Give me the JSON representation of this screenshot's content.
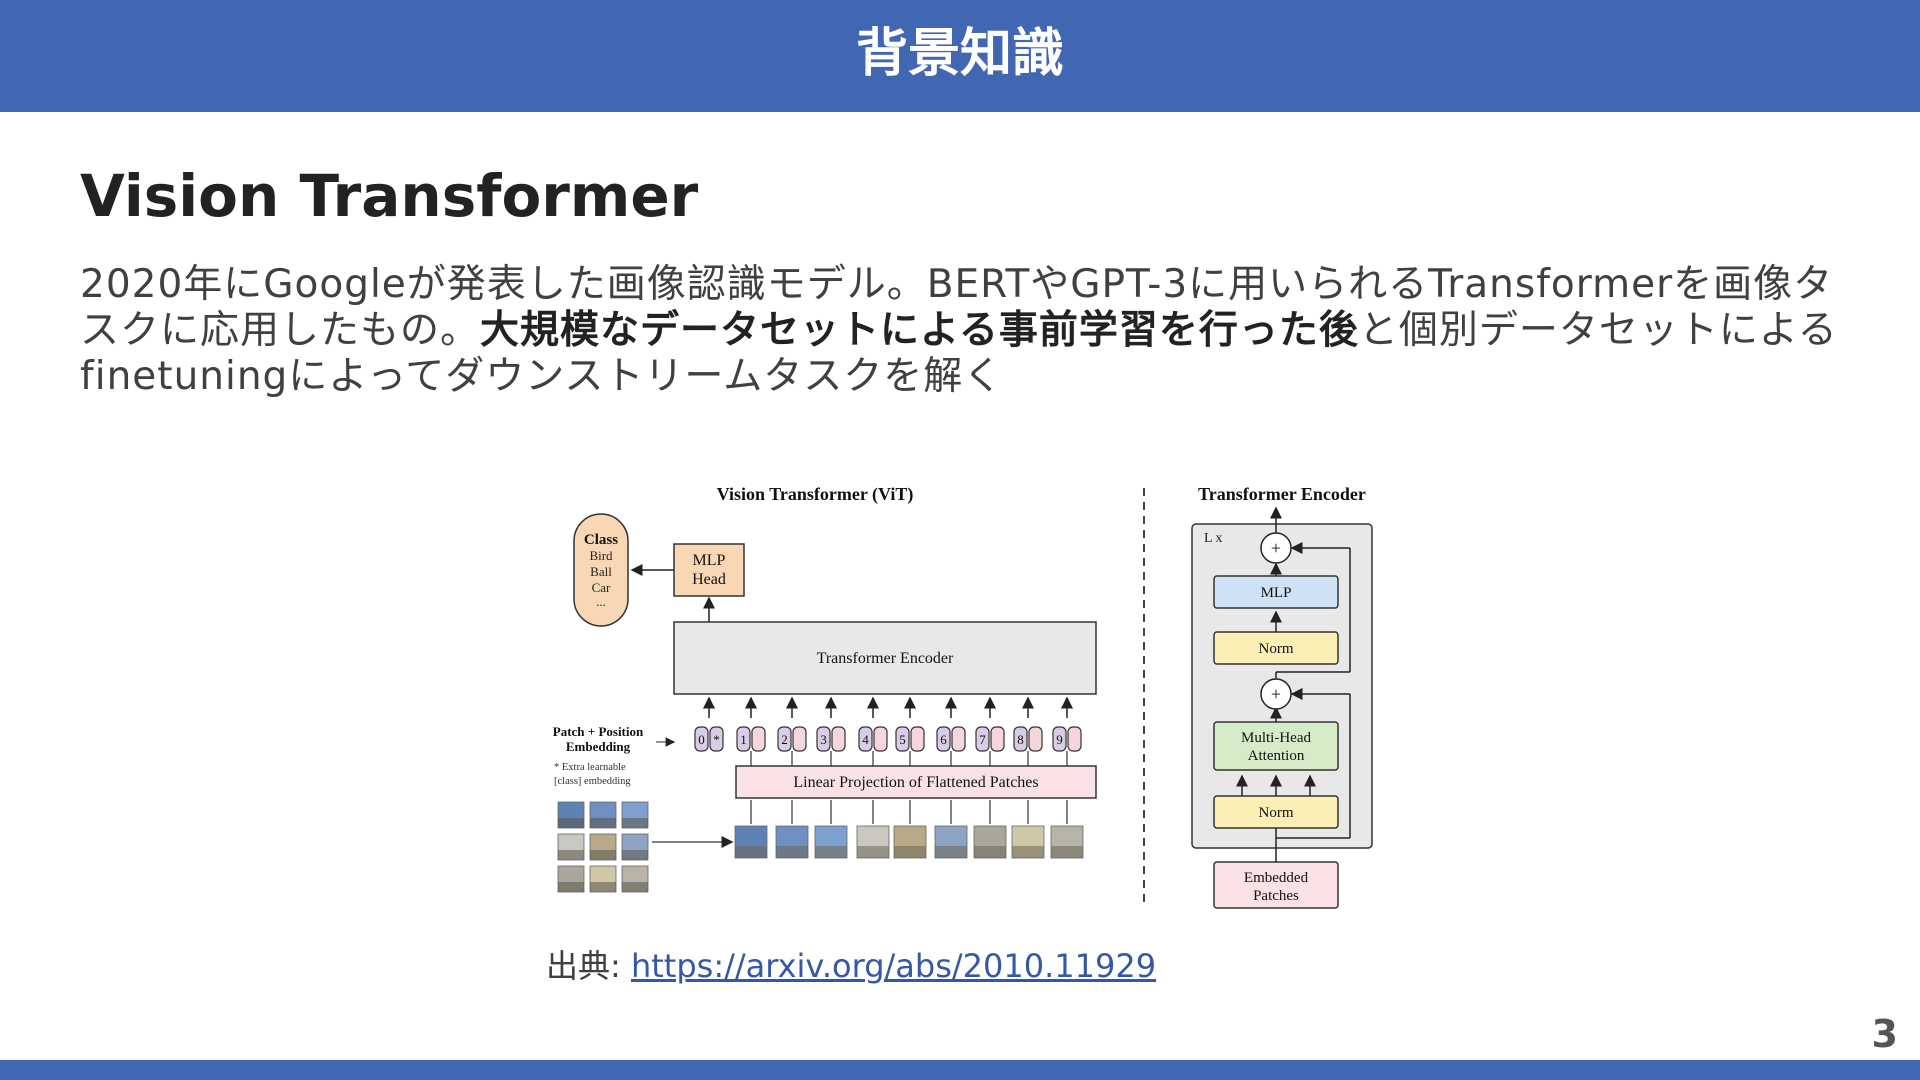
{
  "header": {
    "title": "背景知識"
  },
  "slide": {
    "title": "Vision Transformer",
    "body_text_1": "2020年にGoogleが発表した画像認識モデル。BERTやGPT-3に用いられるTransformerを画像タスクに応用したもの。",
    "body_bold": "大規模なデータセットによる事前学習を行った後",
    "body_text_2": "と個別データセットによるfinetuningによってダウンストリームタスクを解く"
  },
  "figure": {
    "vit_title": "Vision Transformer (ViT)",
    "class_box": {
      "title": "Class",
      "items": [
        "Bird",
        "Ball",
        "Car",
        "..."
      ]
    },
    "mlp_head": [
      "MLP",
      "Head"
    ],
    "encoder_label": "Transformer Encoder",
    "patch_embedding_label": [
      "Patch + Position",
      "Embedding"
    ],
    "extra_note": [
      "* Extra learnable",
      "[class] embedding"
    ],
    "linear_projection": "Linear Projection of Flattened Patches",
    "position_tokens": [
      "0",
      "1",
      "2",
      "3",
      "4",
      "5",
      "6",
      "7",
      "8",
      "9"
    ],
    "class_token_marker": "*",
    "encoder_panel": {
      "title": "Transformer Encoder",
      "repeat": "L x",
      "mlp": "MLP",
      "norm_top": "Norm",
      "attention": [
        "Multi-Head",
        "Attention"
      ],
      "norm_bottom": "Norm",
      "embedded_patches": [
        "Embedded",
        "Patches"
      ],
      "plus": "+"
    },
    "colors": {
      "class_box": "#f9d6b4",
      "mlp_head": "#f9d6b4",
      "encoder_box": "#e8e8e8",
      "position_token": "#d9cce6",
      "patch_token": "#f6d6dc",
      "linear_projection": "#f9e1e5",
      "mlp_block": "#cfe2f5",
      "norm_block": "#fbefb5",
      "attention_block": "#d6ecc9",
      "embedded_patches": "#f9e1e5"
    }
  },
  "citation": {
    "prefix": "出典: ",
    "link_text": "https://arxiv.org/abs/2010.11929"
  },
  "page_number": "3"
}
